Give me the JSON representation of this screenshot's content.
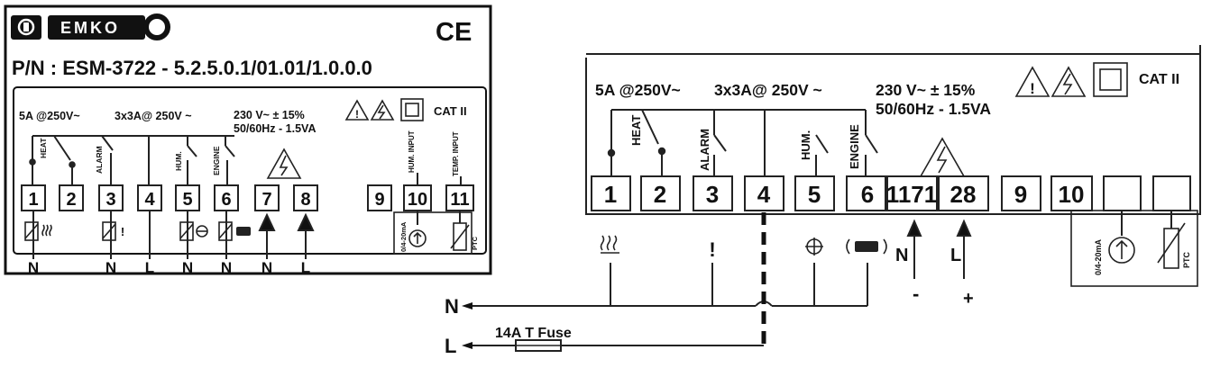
{
  "colors": {
    "ink": "#111111",
    "lines": "#222222",
    "background": "#ffffff"
  },
  "left_panel": {
    "brand_logo": "EMKO",
    "ce_mark": "CE",
    "part_number": "P/N : ESM-3722 - 5.2.5.0.1/01.01/1.0.0.0",
    "rating_relay": "5A @250V~",
    "rating_group": "3x3A@ 250V ~",
    "rating_supply": "230 V~  ± 15%",
    "rating_freq": "50/60Hz - 1.5VA",
    "cat": "CAT II",
    "contact_labels": {
      "heat": "HEAT",
      "alarm": "ALARM",
      "hum": "HUM.",
      "engine": "ENGINE",
      "hum_input": "HUM. INPUT",
      "temp_input": "TEMP. INPUT"
    },
    "terminals": [
      "1",
      "2",
      "3",
      "4",
      "5",
      "6",
      "7",
      "8",
      "9",
      "10",
      "11"
    ],
    "sensor_current": "0/4-20mA",
    "sensor_ptc": "PTC",
    "bottom_labels": [
      "N",
      "N",
      "L",
      "N",
      "N",
      "N",
      "L"
    ]
  },
  "right_panel": {
    "rating_relay": "5A @250V~",
    "rating_group": "3x3A@ 250V ~",
    "rating_supply": "230 V~  ± 15%",
    "rating_freq": "50/60Hz - 1.5VA",
    "cat": "CAT II",
    "contact_labels": {
      "heat": "HEAT",
      "alarm": "ALARM",
      "hum": "HUM.",
      "engine": "ENGINE"
    },
    "terminals": [
      "1",
      "2",
      "3",
      "4",
      "5",
      "6",
      "1171",
      "28",
      "9",
      "10"
    ],
    "sensor_current": "0/4-20mA",
    "sensor_ptc": "PTC",
    "supply_labels": {
      "n": "N",
      "l": "L",
      "minus": "-",
      "plus": "+"
    }
  },
  "wiring": {
    "line_n": "N",
    "line_l": "L",
    "fuse": "14A T Fuse"
  }
}
